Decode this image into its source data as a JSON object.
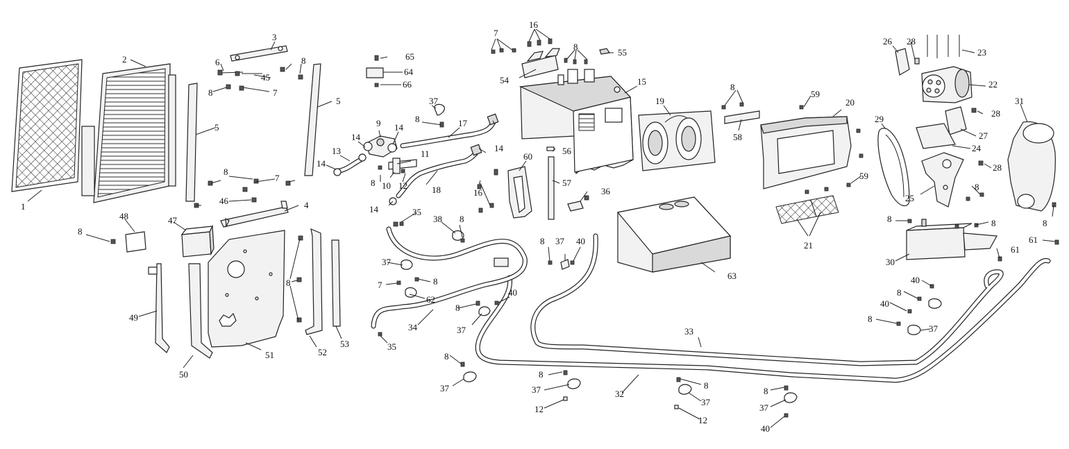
{
  "diagram": {
    "callouts": [
      {
        "id": "c1",
        "text": "1"
      },
      {
        "id": "c2",
        "text": "2"
      },
      {
        "id": "c3",
        "text": "3"
      },
      {
        "id": "c4",
        "text": "4"
      },
      {
        "id": "c5a",
        "text": "5"
      },
      {
        "id": "c5b",
        "text": "5"
      },
      {
        "id": "c6",
        "text": "6"
      },
      {
        "id": "c7a",
        "text": "7"
      },
      {
        "id": "c7b",
        "text": "7"
      },
      {
        "id": "c7c",
        "text": "7"
      },
      {
        "id": "c7d",
        "text": "7"
      },
      {
        "id": "c8a",
        "text": "8"
      },
      {
        "id": "c8b",
        "text": "8"
      },
      {
        "id": "c8c",
        "text": "8"
      },
      {
        "id": "c8d",
        "text": "8"
      },
      {
        "id": "c8e",
        "text": "8"
      },
      {
        "id": "c8f",
        "text": "8"
      },
      {
        "id": "c8g",
        "text": "8"
      },
      {
        "id": "c8h",
        "text": "8"
      },
      {
        "id": "c8i",
        "text": "8"
      },
      {
        "id": "c8j",
        "text": "8"
      },
      {
        "id": "c8k",
        "text": "8"
      },
      {
        "id": "c8l",
        "text": "8"
      },
      {
        "id": "c8m",
        "text": "8"
      },
      {
        "id": "c8n",
        "text": "8"
      },
      {
        "id": "c8o",
        "text": "8"
      },
      {
        "id": "c8p",
        "text": "8"
      },
      {
        "id": "c8q",
        "text": "8"
      },
      {
        "id": "c8r",
        "text": "8"
      },
      {
        "id": "c8s",
        "text": "8"
      },
      {
        "id": "c8t",
        "text": "8"
      },
      {
        "id": "c8u",
        "text": "8"
      },
      {
        "id": "c8v",
        "text": "8"
      },
      {
        "id": "c8w",
        "text": "8"
      },
      {
        "id": "c8x",
        "text": "8"
      },
      {
        "id": "c9",
        "text": "9"
      },
      {
        "id": "c10",
        "text": "10"
      },
      {
        "id": "c11",
        "text": "11"
      },
      {
        "id": "c12a",
        "text": "12"
      },
      {
        "id": "c12b",
        "text": "12"
      },
      {
        "id": "c12c",
        "text": "12"
      },
      {
        "id": "c13",
        "text": "13"
      },
      {
        "id": "c14a",
        "text": "14"
      },
      {
        "id": "c14b",
        "text": "14"
      },
      {
        "id": "c14c",
        "text": "14"
      },
      {
        "id": "c14d",
        "text": "14"
      },
      {
        "id": "c14e",
        "text": "14"
      },
      {
        "id": "c15",
        "text": "15"
      },
      {
        "id": "c16a",
        "text": "16"
      },
      {
        "id": "c16b",
        "text": "16"
      },
      {
        "id": "c17",
        "text": "17"
      },
      {
        "id": "c18",
        "text": "18"
      },
      {
        "id": "c19",
        "text": "19"
      },
      {
        "id": "c20",
        "text": "20"
      },
      {
        "id": "c21",
        "text": "21"
      },
      {
        "id": "c22",
        "text": "22"
      },
      {
        "id": "c23",
        "text": "23"
      },
      {
        "id": "c24",
        "text": "24"
      },
      {
        "id": "c25",
        "text": "25"
      },
      {
        "id": "c26",
        "text": "26"
      },
      {
        "id": "c27",
        "text": "27"
      },
      {
        "id": "c28a",
        "text": "28"
      },
      {
        "id": "c28b",
        "text": "28"
      },
      {
        "id": "c28c",
        "text": "28"
      },
      {
        "id": "c29",
        "text": "29"
      },
      {
        "id": "c30",
        "text": "30"
      },
      {
        "id": "c31",
        "text": "31"
      },
      {
        "id": "c32",
        "text": "32"
      },
      {
        "id": "c33",
        "text": "33"
      },
      {
        "id": "c34",
        "text": "34"
      },
      {
        "id": "c35a",
        "text": "35"
      },
      {
        "id": "c35b",
        "text": "35"
      },
      {
        "id": "c36",
        "text": "36"
      },
      {
        "id": "c37a",
        "text": "37"
      },
      {
        "id": "c37b",
        "text": "37"
      },
      {
        "id": "c37c",
        "text": "37"
      },
      {
        "id": "c37d",
        "text": "37"
      },
      {
        "id": "c37e",
        "text": "37"
      },
      {
        "id": "c37f",
        "text": "37"
      },
      {
        "id": "c37g",
        "text": "37"
      },
      {
        "id": "c37h",
        "text": "37"
      },
      {
        "id": "c37i",
        "text": "37"
      },
      {
        "id": "c38",
        "text": "38"
      },
      {
        "id": "c40a",
        "text": "40"
      },
      {
        "id": "c40b",
        "text": "40"
      },
      {
        "id": "c40c",
        "text": "40"
      },
      {
        "id": "c40d",
        "text": "40"
      },
      {
        "id": "c40e",
        "text": "40"
      },
      {
        "id": "c45",
        "text": "45"
      },
      {
        "id": "c46",
        "text": "46"
      },
      {
        "id": "c47",
        "text": "47"
      },
      {
        "id": "c48",
        "text": "48"
      },
      {
        "id": "c49",
        "text": "49"
      },
      {
        "id": "c50",
        "text": "50"
      },
      {
        "id": "c51",
        "text": "51"
      },
      {
        "id": "c52",
        "text": "52"
      },
      {
        "id": "c53",
        "text": "53"
      },
      {
        "id": "c54",
        "text": "54"
      },
      {
        "id": "c55",
        "text": "55"
      },
      {
        "id": "c56",
        "text": "56"
      },
      {
        "id": "c57",
        "text": "57"
      },
      {
        "id": "c58",
        "text": "58"
      },
      {
        "id": "c59a",
        "text": "59"
      },
      {
        "id": "c59b",
        "text": "59"
      },
      {
        "id": "c60",
        "text": "60"
      },
      {
        "id": "c61a",
        "text": "61"
      },
      {
        "id": "c61b",
        "text": "61"
      },
      {
        "id": "c62",
        "text": "62"
      },
      {
        "id": "c63",
        "text": "63"
      },
      {
        "id": "c64",
        "text": "64"
      },
      {
        "id": "c65",
        "text": "65"
      },
      {
        "id": "c66",
        "text": "66"
      }
    ]
  }
}
